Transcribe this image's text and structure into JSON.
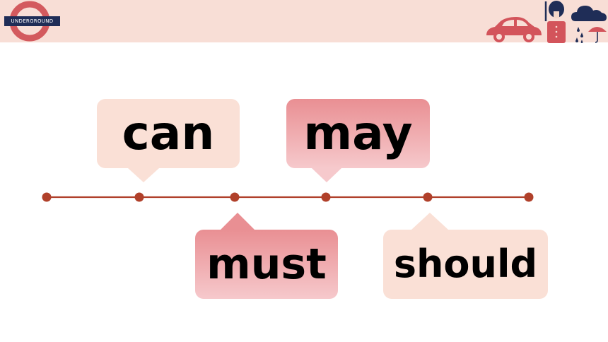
{
  "header": {
    "logo_label": "UNDERGROUND",
    "icons": [
      "underground-roundel-icon",
      "car-icon",
      "royal-guard-icon",
      "rain-cloud-umbrella-icon"
    ]
  },
  "colors": {
    "header_band": "#f8ded6",
    "roundel": "#d35a5e",
    "roundel_bar": "#1f2d57",
    "timeline": "#b0402a",
    "bubble_light": "#fae0d6",
    "bubble_pink_top": "#e98f93",
    "bubble_pink_bottom": "#f6c9cc",
    "deco_red": "#d3545b",
    "deco_navy": "#1f2d57"
  },
  "timeline": {
    "point_count": 6
  },
  "modal_words": {
    "can": "can",
    "may": "may",
    "must": "must",
    "should": "should"
  }
}
